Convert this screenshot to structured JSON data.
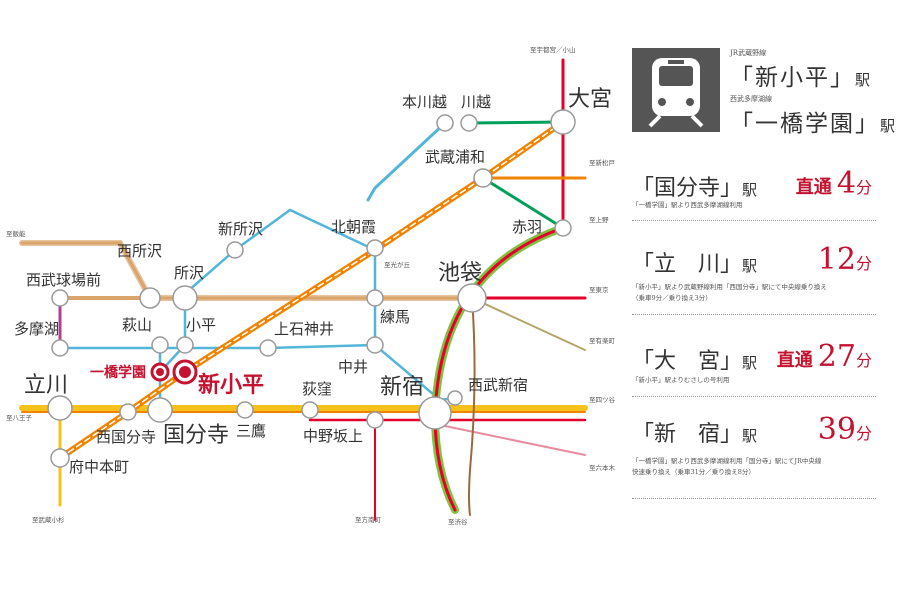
{
  "map": {
    "stations": {
      "omiya": "大宮",
      "kawagoe": "川越",
      "honkawagoe": "本川越",
      "musashi_urawa": "武蔵浦和",
      "akabane": "赤羽",
      "ikebukuro": "池袋",
      "kita_asaka": "北朝霞",
      "shin_tokorozawa": "新所沢",
      "tokorozawa": "所沢",
      "nishi_tokorozawa": "西所沢",
      "seibu_kyujomae": "西武球場前",
      "tamako": "多摩湖",
      "hagiyama": "萩山",
      "kodaira": "小平",
      "kami_shakujii": "上石神井",
      "nerima": "練馬",
      "nakai": "中井",
      "tachikawa": "立川",
      "hitotsubashi_gakuen": "一橋学園",
      "shin_kodaira": "新小平",
      "ogikubo": "荻窪",
      "shinjuku": "新宿",
      "seibu_shinjuku": "西武新宿",
      "nishi_kokubunji": "西国分寺",
      "kokubunji": "国分寺",
      "mitaka": "三鷹",
      "nakano_sakaue": "中野坂上",
      "fuchu_hommachi": "府中本町"
    },
    "directions": {
      "utsunomiya": "至宇都宮／小山",
      "shin_matsudo": "至新松戸",
      "ueno": "至上野",
      "hanno": "至飯能",
      "tokyo": "至東京",
      "yurakucho": "至有楽町",
      "yotsuya": "至四ツ谷",
      "hachioji": "至八王子",
      "roppongi": "至六本木",
      "musashi_kosugi": "至武蔵小杉",
      "honancho": "至方南町",
      "shibuya": "至渋谷",
      "mitsugaoka": "至光が丘"
    }
  },
  "panel": {
    "train_icon": "train-front-icon",
    "from": [
      {
        "line": "JR武蔵野線",
        "station": "「新小平」",
        "eki": "駅"
      },
      {
        "line": "西武多摩湖線",
        "station": "「一橋学園」",
        "eki": "駅"
      }
    ],
    "destinations": [
      {
        "station": "「国分寺」",
        "eki": "駅",
        "label": "直通",
        "minutes": "4",
        "unit": "分",
        "note": [
          "「一橋学園」駅より西武多摩湖線利用"
        ]
      },
      {
        "station": "「立　川」",
        "eki": "駅",
        "label": "",
        "minutes": "12",
        "unit": "分",
        "note": [
          "「新小平」駅より武蔵野線利用「西国分寺」駅にて中央線乗り換え",
          "（乗車9分／乗り換え3分）"
        ]
      },
      {
        "station": "「大　宮」",
        "eki": "駅",
        "label": "直通",
        "minutes": "27",
        "unit": "分",
        "note": [
          "「新小平」駅よりむさしの号利用"
        ]
      },
      {
        "station": "「新　宿」",
        "eki": "駅",
        "label": "",
        "minutes": "39",
        "unit": "分",
        "note": [
          "「一橋学園」駅より西武多摩湖線利用「国分寺」駅にてJR中央線",
          "快速乗り換え（乗車31分／乗り換え8分）"
        ]
      }
    ]
  },
  "colors": {
    "accent_red": "#c4122f",
    "musashino_orange": "#f08300",
    "chuo_yellow": "#f6c11b",
    "seibu_tan": "#d9a56c",
    "saikyo_green": "#00a05a",
    "yamanote_gray": "#7fc241",
    "marunouchi_red": "#e4002b",
    "keihin_blue": "#53b6d9",
    "tamako_purple": "#b13f8e"
  }
}
